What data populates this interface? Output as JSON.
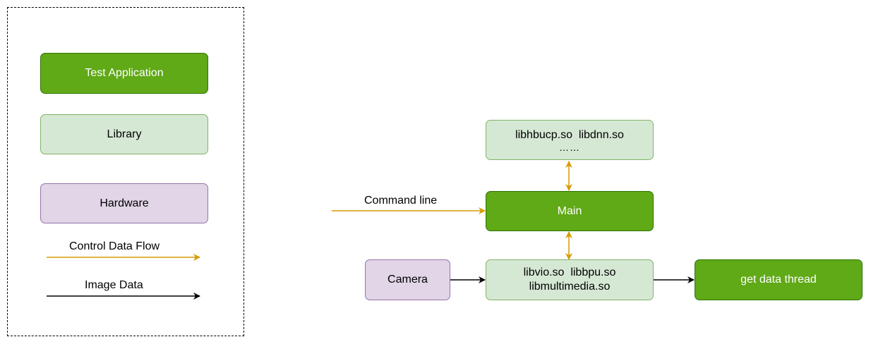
{
  "legend": {
    "test_application": "Test Application",
    "library": "Library",
    "hardware": "Hardware",
    "control_data_flow": "Control Data Flow",
    "image_data": "Image Data"
  },
  "nodes": {
    "top_lib_line1": "libhbucp.so  libdnn.so",
    "top_lib_line2": "……",
    "main": "Main",
    "camera": "Camera",
    "vio_lib_line1": "libvio.so  libbpu.so",
    "vio_lib_line2": "libmultimedia.so",
    "get_data_thread": "get data thread"
  },
  "edges": {
    "command_line": "Command line"
  },
  "colors": {
    "application_fill": "#60a917",
    "library_fill": "#d5e8d4",
    "hardware_fill": "#e1d5e7",
    "control_flow": "#d79b00",
    "image_flow": "#000000"
  }
}
